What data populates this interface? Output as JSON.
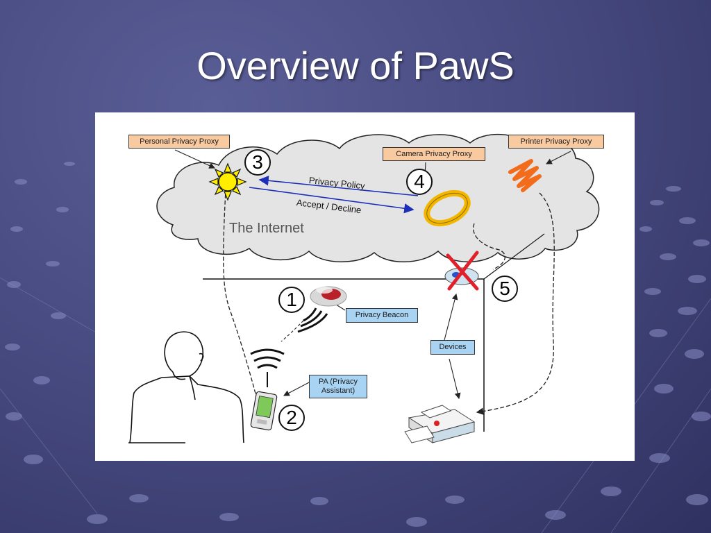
{
  "slide": {
    "title": "Overview of PawS"
  },
  "diagram": {
    "labels": {
      "personal_privacy_proxy": "Personal Privacy Proxy",
      "camera_privacy_proxy": "Camera Privacy Proxy",
      "printer_privacy_proxy": "Printer Privacy Proxy",
      "privacy_beacon": "Privacy Beacon",
      "devices": "Devices",
      "pa_line1": "PA (Privacy",
      "pa_line2": "Assistant)"
    },
    "arrows": {
      "privacy_policy": "Privacy Policy",
      "accept_decline": "Accept / Decline"
    },
    "internet_label": "The Internet",
    "numbers": {
      "n1": "1",
      "n2": "2",
      "n3": "3",
      "n4": "4",
      "n5": "5"
    }
  },
  "colors": {
    "background": "#44477c",
    "label_orange": "#f9c9a0",
    "label_blue": "#a9d3f2",
    "sun": "#ffee00",
    "ring": "#f2b600",
    "arrow_blue": "#1b2fb8",
    "cross_red": "#e0202a",
    "cloud": "#e4e4e4"
  }
}
